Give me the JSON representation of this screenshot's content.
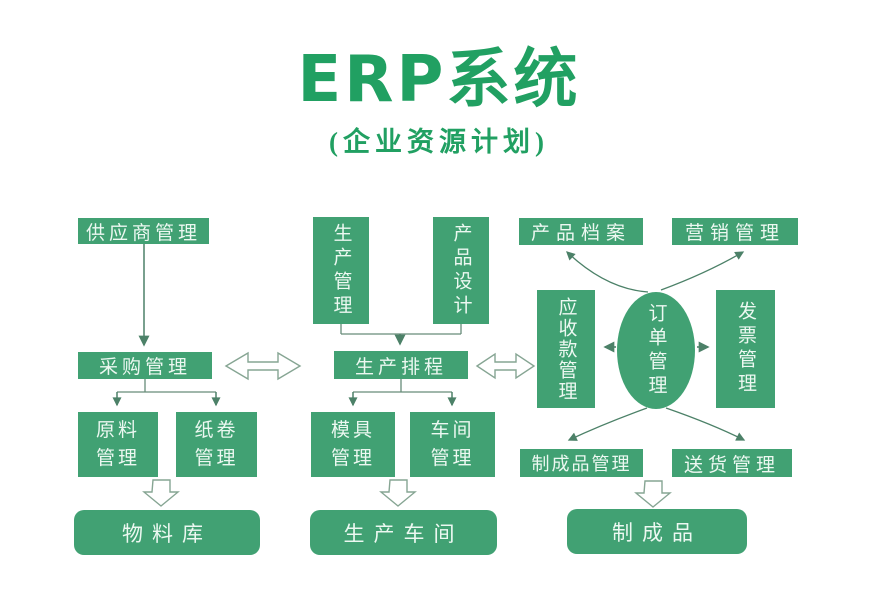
{
  "title": "ERP系统",
  "subtitle": "(企业资源计划)",
  "colors": {
    "box_green": "#41a173",
    "title_green": "#21a062",
    "box_text": "#ecf8f1",
    "connector": "#4c8168",
    "hollow_arrow_outline": "#86a593"
  },
  "nodes": {
    "supplier": "供应商管理",
    "purchasing": "采购管理",
    "raw_material": "原料\n管理",
    "paper_roll": "纸卷\n管理",
    "material_store": "物料库",
    "production_mgmt": "生产管理",
    "product_design": "产品设计",
    "production_schedule": "生产排程",
    "mold": "模具\n管理",
    "workshop": "车间\n管理",
    "production_workshop": "生产车间",
    "product_archive": "产品档案",
    "marketing": "营销管理",
    "receivables": "应收款管理",
    "order": "订单管理",
    "invoice": "发票管理",
    "finished_goods_mgmt": "制成品管理",
    "delivery": "送货管理",
    "finished_goods": "制成品"
  }
}
